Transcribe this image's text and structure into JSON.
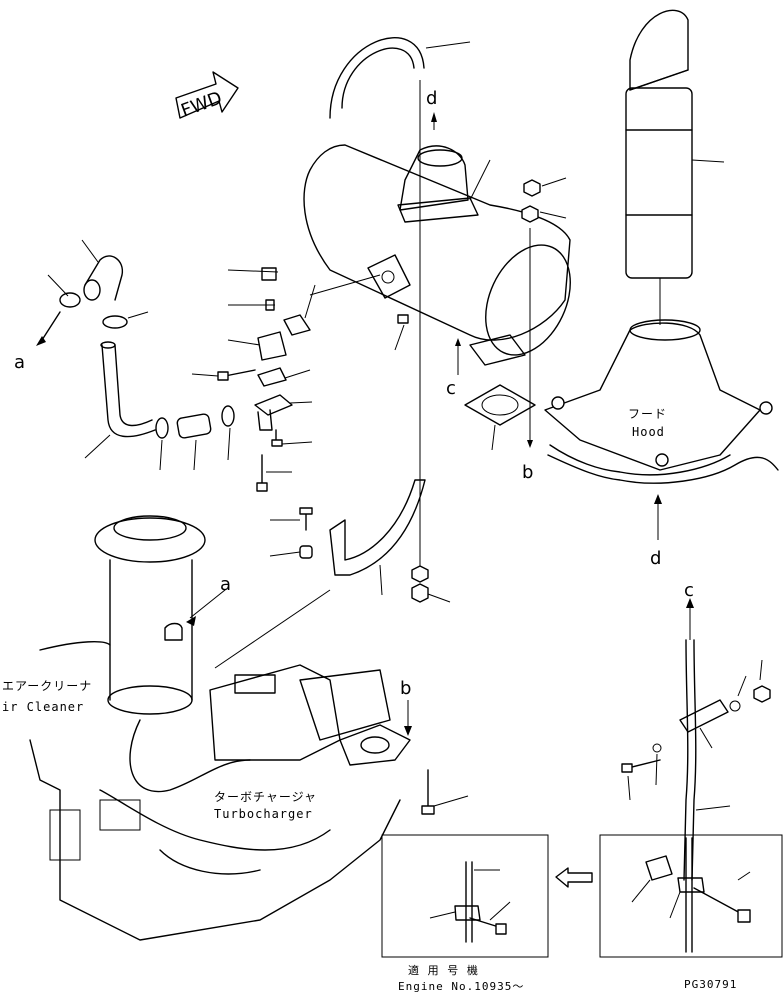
{
  "labels": {
    "forward": "FWD",
    "hood_jp": "フード",
    "hood_en": "Hood",
    "air_cleaner_jp": "エアークリーナ",
    "air_cleaner_en": "ir Cleaner",
    "turbo_jp": "ターボチャージャ",
    "turbo_en": "Turbocharger",
    "applicable_jp": "適 用 号 機",
    "engine_no": "Engine No.10935～",
    "drawing_no": "PG30791"
  },
  "markers": {
    "a": "a",
    "b": "b",
    "c": "c",
    "d": "d"
  }
}
